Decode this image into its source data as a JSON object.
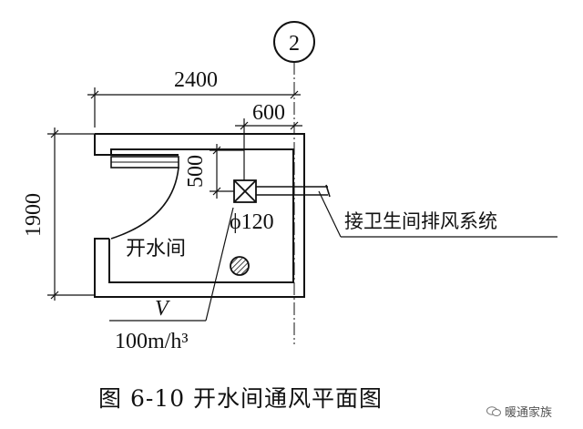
{
  "grid_axis": "2",
  "dims": {
    "overall_width": "2400",
    "offset_width": "600",
    "overall_height": "1900",
    "vertical_offset": "500"
  },
  "labels": {
    "room_name": "开水间",
    "duct_diameter": "ϕ120",
    "exhaust_connection": "接卫生间排风系统",
    "airflow_symbol": "V",
    "airflow_value": "100m/h³"
  },
  "caption": "图 6-10   开水间通风平面图",
  "watermark": "暖通家族"
}
